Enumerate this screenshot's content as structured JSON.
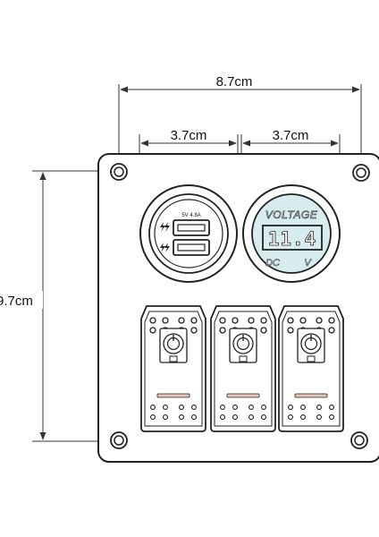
{
  "dimensions": {
    "width_total": "8.7cm",
    "width_left": "3.7cm",
    "width_right": "3.7cm",
    "height_total": "9.7cm"
  },
  "usb_module": {
    "rating": "5V 4.8A"
  },
  "voltmeter": {
    "title": "VOLTAGE",
    "reading": "11.4",
    "unit_left": "DC",
    "unit_right": "V"
  },
  "rocker_switches": [
    {
      "id": "switch-1"
    },
    {
      "id": "switch-2"
    },
    {
      "id": "switch-3"
    }
  ],
  "colors": {
    "outline": "#222222",
    "accent": "#d6ecef",
    "switch_bar": "#e7c6b4"
  }
}
